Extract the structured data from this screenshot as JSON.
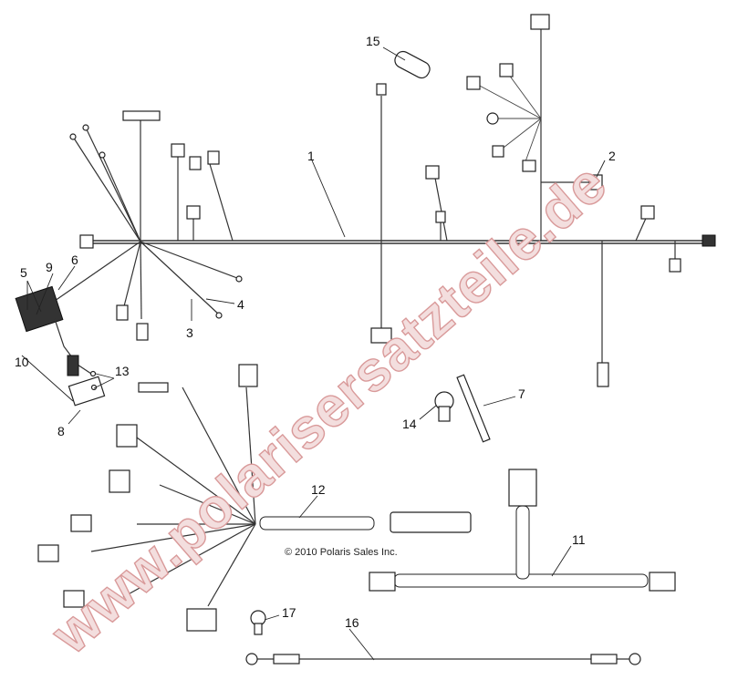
{
  "watermark": "www.polarisersatzteile.de",
  "copyright": "© 2010 Polaris Sales Inc.",
  "callouts": {
    "c1": "1",
    "c2": "2",
    "c3": "3",
    "c4": "4",
    "c5": "5",
    "c6": "6",
    "c7": "7",
    "c8": "8",
    "c9": "9",
    "c10": "10",
    "c11": "11",
    "c12": "12",
    "c13": "13",
    "c14": "14",
    "c15": "15",
    "c16": "16",
    "c17": "17"
  },
  "colors": {
    "line": "#333333",
    "watermark_fill": "#f3dede",
    "watermark_stroke": "#d99a9a"
  }
}
